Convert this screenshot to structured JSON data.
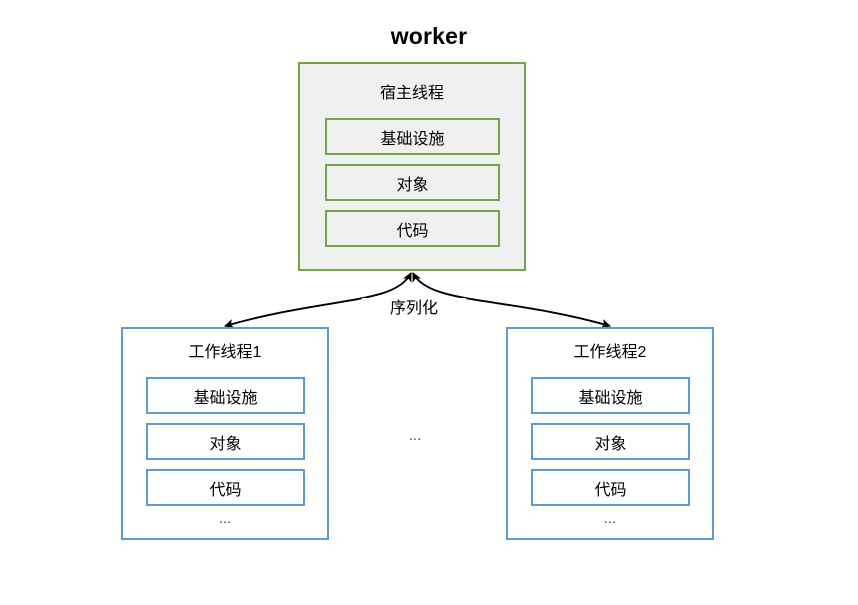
{
  "diagram": {
    "title": "worker",
    "background_color": "#ffffff",
    "host": {
      "label": "宿主线程",
      "border_color": "#72A646",
      "fill_color": "#F0F0F0",
      "items": [
        {
          "label": "基础设施"
        },
        {
          "label": "对象"
        },
        {
          "label": "代码"
        }
      ]
    },
    "edge": {
      "label": "序列化",
      "color": "#000000",
      "style": "double-headed-curve"
    },
    "middle_ellipsis": "...",
    "workers": [
      {
        "label": "工作线程1",
        "border_color": "#5B9BD5",
        "fill_color": "#ffffff",
        "items": [
          {
            "label": "基础设施"
          },
          {
            "label": "对象"
          },
          {
            "label": "代码"
          }
        ],
        "ellipsis": "..."
      },
      {
        "label": "工作线程2",
        "border_color": "#5B9BD5",
        "fill_color": "#ffffff",
        "items": [
          {
            "label": "基础设施"
          },
          {
            "label": "对象"
          },
          {
            "label": "代码"
          }
        ],
        "ellipsis": "..."
      }
    ]
  }
}
